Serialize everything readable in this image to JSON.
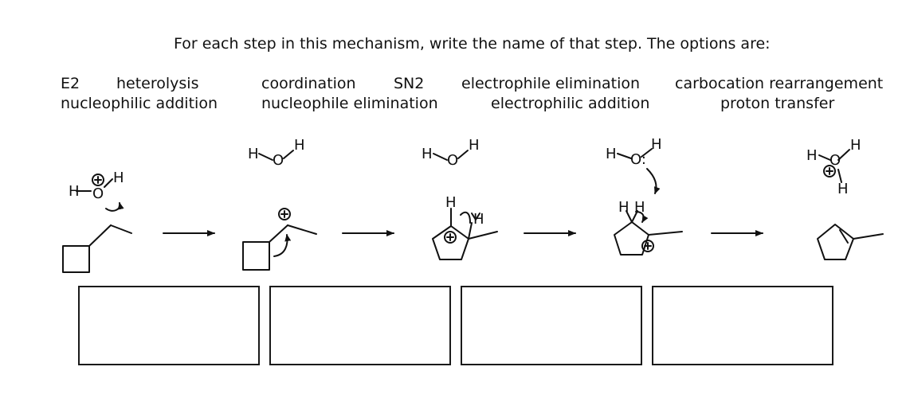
{
  "instructions": "For each step in this mechanism, write the name of that step.  The options are:",
  "options": {
    "e2": "E2",
    "heterolysis": "heterolysis",
    "nucleophilic_addition": "nucleophilic addition",
    "coordination": "coordination",
    "sn2": "SN2",
    "nucleophile_elimination": "nucleophile elimination",
    "electrophile_elimination": "electrophile elimination",
    "electrophilic_addition": "electrophilic addition",
    "carbocation_rearrangement": "carbocation rearrangement",
    "proton_transfer": "proton transfer"
  },
  "atoms": {
    "hydrogen": "H",
    "oxygen": "O",
    "oxygen_lone_pairs": "O:",
    "plus": "+"
  },
  "answer_boxes": [
    {
      "step": 1,
      "value": ""
    },
    {
      "step": 2,
      "value": ""
    },
    {
      "step": 3,
      "value": ""
    },
    {
      "step": 4,
      "value": ""
    }
  ]
}
